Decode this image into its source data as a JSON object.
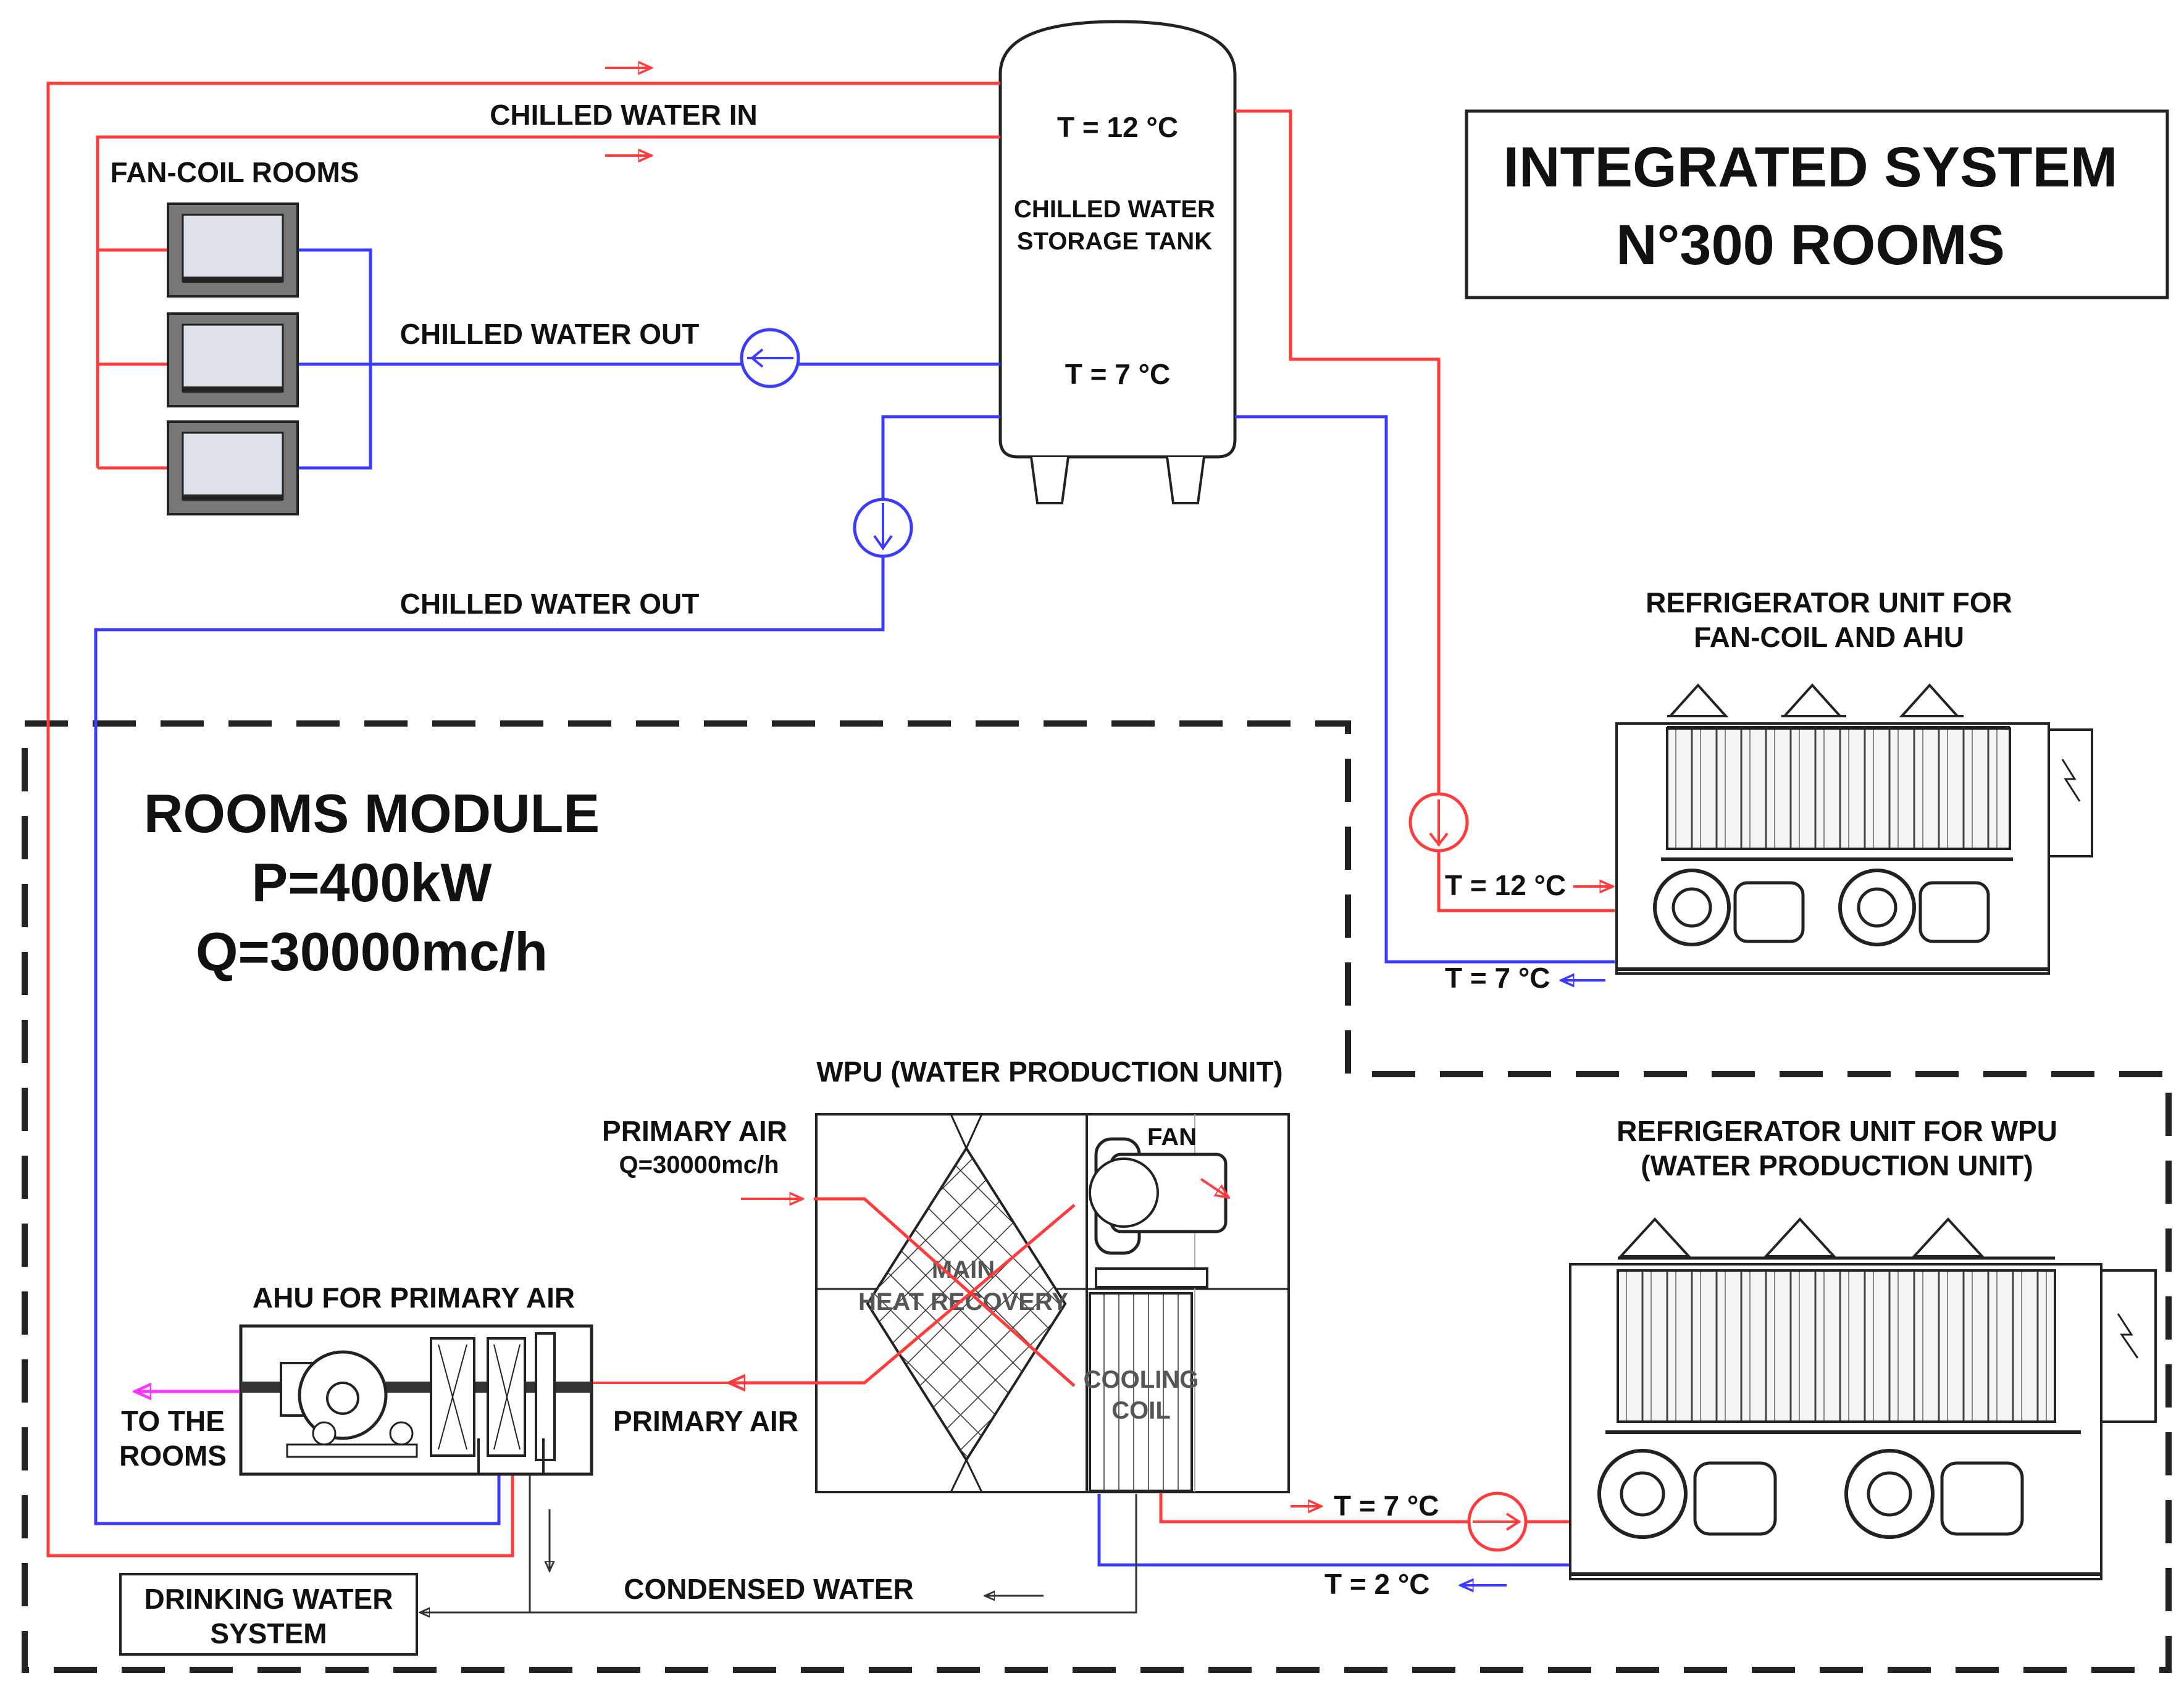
{
  "title": {
    "line1": "INTEGRATED SYSTEM",
    "line2": "N°300 ROOMS"
  },
  "module": {
    "line1": "ROOMS MODULE",
    "line2": "P=400kW",
    "line3": "Q=30000mc/h"
  },
  "tank": {
    "temp_top": "T = 12 °C",
    "name_line1": "CHILLED WATER",
    "name_line2": "STORAGE TANK",
    "temp_bottom": "T = 7 °C"
  },
  "labels": {
    "chilled_water_in": "CHILLED WATER IN",
    "fan_coil_rooms": "FAN-COIL ROOMS",
    "chilled_water_out_1": "CHILLED WATER OUT",
    "chilled_water_out_2": "CHILLED WATER OUT",
    "ref_unit_1_line1": "REFRIGERATOR UNIT FOR",
    "ref_unit_1_line2": "FAN-COIL AND AHU",
    "ref1_t_in": "T = 12 °C",
    "ref1_t_out": "T = 7 °C",
    "wpu_title": "WPU (WATER PRODUCTION UNIT)",
    "primary_air_in_line1": "PRIMARY AIR",
    "primary_air_in_line2": "Q=30000mc/h",
    "fan": "FAN",
    "heat_recovery_line1": "MAIN",
    "heat_recovery_line2": "HEAT RECOVERY",
    "cooling_coil_line1": "COOLING",
    "cooling_coil_line2": "COIL",
    "ahu_title": "AHU FOR PRIMARY AIR",
    "to_rooms_line1": "TO THE",
    "to_rooms_line2": "ROOMS",
    "primary_air_out": "PRIMARY AIR",
    "ref_unit_2_line1": "REFRIGERATOR UNIT FOR WPU",
    "ref_unit_2_line2": "(WATER PRODUCTION UNIT)",
    "ref2_t_out": "T = 7 °C",
    "ref2_t_in": "T = 2 °C",
    "condensed_water": "CONDENSED WATER",
    "drinking_line1": "DRINKING WATER",
    "drinking_line2": "SYSTEM"
  },
  "colors": {
    "supply_red": "#ff3b3b",
    "return_blue": "#3b3bff",
    "air_magenta": "#ff33ff"
  }
}
